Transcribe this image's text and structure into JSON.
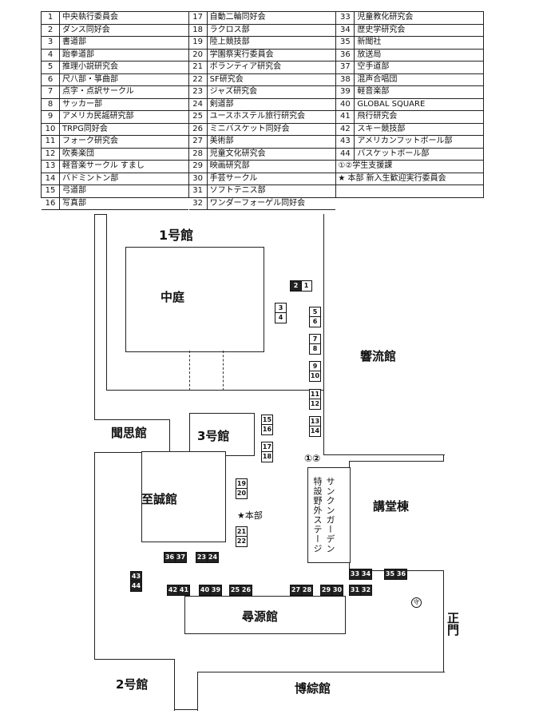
{
  "legend": {
    "col1": [
      {
        "num": "1",
        "name": "中央執行委員会"
      },
      {
        "num": "2",
        "name": "ダンス同好会"
      },
      {
        "num": "3",
        "name": "書道部"
      },
      {
        "num": "4",
        "name": "跆拳道部"
      },
      {
        "num": "5",
        "name": "推理小説研究会"
      },
      {
        "num": "6",
        "name": "尺八部・箏曲部"
      },
      {
        "num": "7",
        "name": "点字・点訳サークル"
      },
      {
        "num": "8",
        "name": "サッカー部"
      },
      {
        "num": "9",
        "name": "アメリカ民謡研究部"
      },
      {
        "num": "10",
        "name": "TRPG同好会"
      },
      {
        "num": "11",
        "name": "フォーク研究会"
      },
      {
        "num": "12",
        "name": "吹奏楽団"
      },
      {
        "num": "13",
        "name": "軽音楽サークル すまし"
      },
      {
        "num": "14",
        "name": "バドミントン部"
      },
      {
        "num": "15",
        "name": "弓道部"
      },
      {
        "num": "16",
        "name": "写真部"
      }
    ],
    "col2": [
      {
        "num": "17",
        "name": "自動二輪同好会"
      },
      {
        "num": "18",
        "name": "ラクロス部"
      },
      {
        "num": "19",
        "name": "陸上競技部"
      },
      {
        "num": "20",
        "name": "学園祭実行委員会"
      },
      {
        "num": "21",
        "name": "ボランティア研究会"
      },
      {
        "num": "22",
        "name": "SF研究会"
      },
      {
        "num": "23",
        "name": "ジャズ研究会"
      },
      {
        "num": "24",
        "name": "剣道部"
      },
      {
        "num": "25",
        "name": "ユースホステル旅行研究会"
      },
      {
        "num": "26",
        "name": "ミニバスケット同好会"
      },
      {
        "num": "27",
        "name": "美術部"
      },
      {
        "num": "28",
        "name": "児童文化研究会"
      },
      {
        "num": "29",
        "name": "映画研究部"
      },
      {
        "num": "30",
        "name": "手芸サークル"
      },
      {
        "num": "31",
        "name": "ソフトテニス部"
      },
      {
        "num": "32",
        "name": "ワンダーフォーゲル同好会"
      }
    ],
    "col3": [
      {
        "num": "33",
        "name": "児童教化研究会"
      },
      {
        "num": "34",
        "name": "歴史学研究会"
      },
      {
        "num": "35",
        "name": "新聞社"
      },
      {
        "num": "36",
        "name": "放送局"
      },
      {
        "num": "37",
        "name": "空手道部"
      },
      {
        "num": "38",
        "name": "混声合唱団"
      },
      {
        "num": "39",
        "name": "軽音楽部"
      },
      {
        "num": "40",
        "name": "GLOBAL SQUARE"
      },
      {
        "num": "41",
        "name": "飛行研究会"
      },
      {
        "num": "42",
        "name": "スキー競技部"
      },
      {
        "num": "43",
        "name": "アメリカンフットボール部"
      },
      {
        "num": "44",
        "name": "バスケットボール部"
      }
    ],
    "special": [
      {
        "name": "①②学生支援課"
      },
      {
        "name": "★ 本部 新入生歓迎実行委員会"
      }
    ]
  },
  "map": {
    "buildings": {
      "bldg1": "1号館",
      "nakaniwa": "中庭",
      "kyoryu": "響流館",
      "monshi": "聞思館",
      "bldg3": "3号館",
      "shisei": "至誠館",
      "kodo": "講堂棟",
      "jingen": "尋源館",
      "bldg2": "2号館",
      "hakuso": "博綜館"
    },
    "stage": "サンクンガーデン特設野外ステージ",
    "stage_line1": "サンクンガーデン",
    "stage_line2": "特設野外ステージ",
    "gate": "正門",
    "guard": "守",
    "honbu": "★本部",
    "support": "①②"
  }
}
